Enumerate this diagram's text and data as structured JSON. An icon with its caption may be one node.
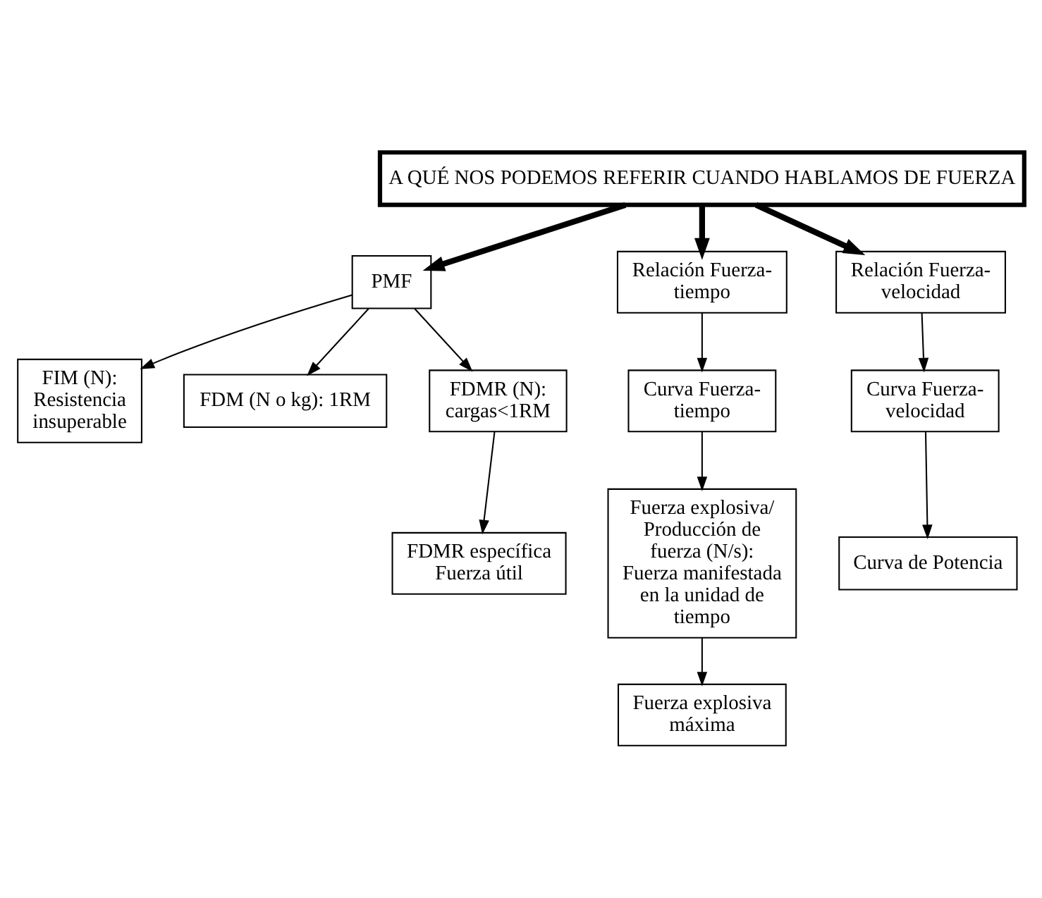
{
  "diagram": {
    "nodes": [
      {
        "text": [
          "A QUÉ NOS PODEMOS REFERIR CUANDO HABLAMOS DE FUERZA"
        ]
      },
      {
        "text": [
          "PMF"
        ]
      },
      {
        "text": [
          "Relación Fuerza-tiempo"
        ]
      },
      {
        "text": [
          "Relación Fuerza-velocidad"
        ]
      },
      {
        "text": [
          "FIM (N): Resistencia insuperable"
        ]
      },
      {
        "text": [
          "Curva Fuerza-tiempo"
        ]
      },
      {
        "text": [
          "Curva Fuerza-velocidad"
        ]
      },
      {
        "text": [
          "FDM (N o kg): 1RM"
        ]
      },
      {
        "text": [
          "Fuerza explosiva/ Producción de fuerza (N/s): Fuerza manifestada en la unidad de tiempo"
        ]
      },
      {
        "text": [
          "Curva de Potencia"
        ]
      },
      {
        "text": [
          "FDMR (N): cargas<1RM"
        ]
      },
      {
        "text": [
          "FDMR específica Fuerza útil"
        ]
      },
      {
        "text": [
          "Fuerza explosiva máxima"
        ]
      }
    ],
    "edges": [
      {
        "from": 0,
        "to": 1,
        "arrow": "to",
        "style": "thick"
      },
      {
        "from": 0,
        "to": 2,
        "arrow": "to",
        "style": "thick"
      },
      {
        "from": 0,
        "to": 3,
        "arrow": "to",
        "style": "thick"
      },
      {
        "from": 1,
        "to": 4,
        "arrow": "to"
      },
      {
        "from": 1,
        "to": 7,
        "arrow": "to"
      },
      {
        "from": 1,
        "to": 10,
        "arrow": "to"
      },
      {
        "from": 2,
        "to": 5,
        "arrow": "to"
      },
      {
        "from": 3,
        "to": 6,
        "arrow": "to"
      },
      {
        "from": 5,
        "to": 8,
        "arrow": "to"
      },
      {
        "from": 6,
        "to": 9,
        "arrow": "to"
      },
      {
        "from": 10,
        "to": 11,
        "arrow": "to"
      },
      {
        "from": 8,
        "to": 12,
        "arrow": "to"
      }
    ]
  }
}
